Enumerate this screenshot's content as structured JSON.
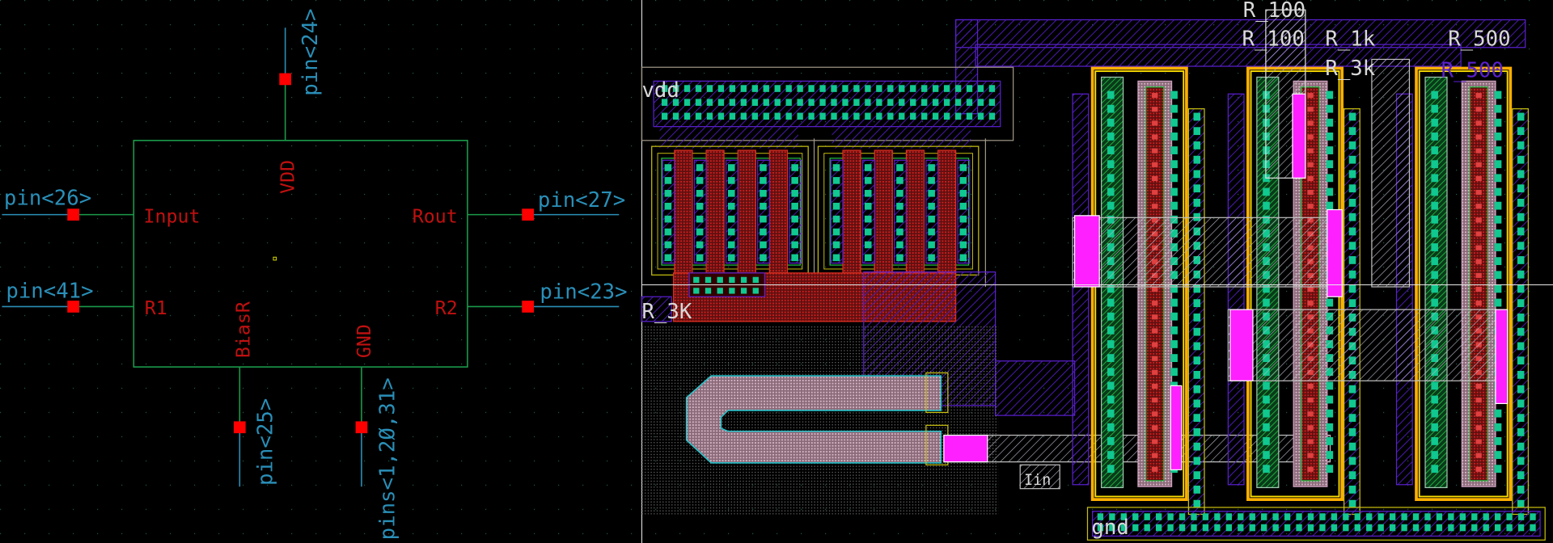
{
  "schematic": {
    "symbol_pins": {
      "vdd": "VDD",
      "input": "Input",
      "rout": "Rout",
      "r1": "R1",
      "r2": "R2",
      "biasr": "BiasR",
      "gnd": "GND"
    },
    "net_labels": {
      "top": "pin<24>",
      "input": "pin<26>",
      "r1": "pin<41>",
      "rout": "pin<27>",
      "r2": "pin<23>",
      "biasr": "pin<25>",
      "gnd": "pins<1,2Ø,31>"
    }
  },
  "layout": {
    "labels": {
      "vdd": "vdd",
      "r3k_left": "R_3K",
      "r100_a": "R_100",
      "r100_b": "R_100",
      "r1k": "R_1k",
      "r3k_right": "R_3k",
      "r500": "R_500",
      "r500_shadow": "R_500",
      "gnd": "gnd",
      "iin": "Iin"
    }
  },
  "colors": {
    "wire": "#1a9a4a",
    "pin_wire": "#2a8fb8",
    "pin_marker": "#ff0000",
    "symbol_text": "#c01010",
    "metal1": "#5a20d0",
    "poly": "#d02020",
    "diffusion": "#20c040",
    "contact": "#10c890",
    "nwell": "#ffb000",
    "via": "#ff20ff"
  }
}
